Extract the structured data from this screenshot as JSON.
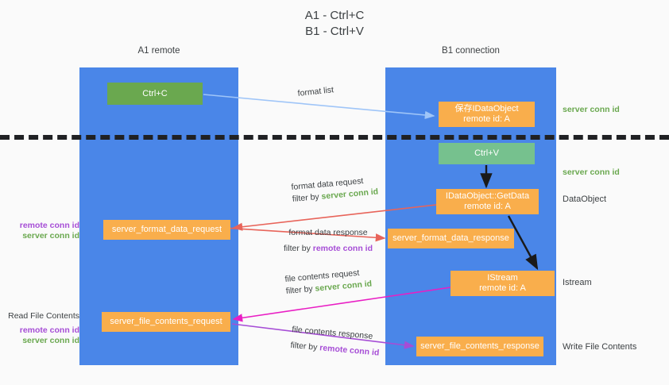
{
  "title": "A1 - Ctrl+C\nB1 - Ctrl+V",
  "columns": {
    "a1": {
      "name": "A1",
      "role": "remote",
      "header": "A1\nremote"
    },
    "b1": {
      "name": "B1",
      "role": "connection",
      "header": "B1\nconnection"
    }
  },
  "nodes": {
    "ctrl_c": {
      "label": "Ctrl+C",
      "color": "#6aa84f"
    },
    "idataobject": {
      "label": "保存IDataObject\nremote id: A",
      "color": "#f9ae4c"
    },
    "ctrl_v": {
      "label": "Ctrl+V",
      "color": "#76c18e"
    },
    "getdata": {
      "label": "IDataObject::GetData\nremote id: A",
      "color": "#f9ae4c"
    },
    "istream": {
      "label": "IStream\nremote id: A",
      "color": "#f9ae4c"
    },
    "server_format_data_request": {
      "label": "server_format_data_request",
      "color": "#f9ae4c"
    },
    "server_format_data_response": {
      "label": "server_format_data_response",
      "color": "#f9ae4c"
    },
    "server_file_contents_request": {
      "label": "server_file_contents_request",
      "color": "#f9ae4c"
    },
    "server_file_contents_response": {
      "label": "server_file_contents_response",
      "color": "#f9ae4c"
    }
  },
  "flow_labels": {
    "format_list": {
      "line1": "format list"
    },
    "format_data_request": {
      "line1": "format data request",
      "filter_prefix": "filter by ",
      "filter_value": "server conn id"
    },
    "format_data_response": {
      "line1": "format data response",
      "filter_prefix": "filter by ",
      "filter_value": "remote conn id"
    },
    "file_contents_request": {
      "line1": "file contents request",
      "filter_prefix": "filter by ",
      "filter_value": "server conn id"
    },
    "file_contents_response": {
      "line1": "file contents response",
      "filter_prefix": "filter by ",
      "filter_value": "remote conn id"
    }
  },
  "annotations": {
    "server_conn_id_top": "server conn id",
    "server_conn_id_mid": "server conn id",
    "dataobject": "DataObject",
    "istream": "Istream",
    "write_file_contents": "Write File Contents",
    "read_file_contents": "Read File Contents",
    "remote_conn_id_a": "remote conn id",
    "server_conn_id_a": "server conn id",
    "remote_conn_id_b": "remote conn id",
    "server_conn_id_b": "server conn id"
  },
  "colors": {
    "lane": "#4a86e8",
    "green": "#6aa84f",
    "green_light": "#76c18e",
    "orange": "#f9ae4c",
    "purple": "#a64dd6",
    "magenta": "#e91ec4",
    "red": "#e8645a",
    "lightblue": "#9fc5f8",
    "dark": "#202124",
    "background": "#fafafa"
  }
}
